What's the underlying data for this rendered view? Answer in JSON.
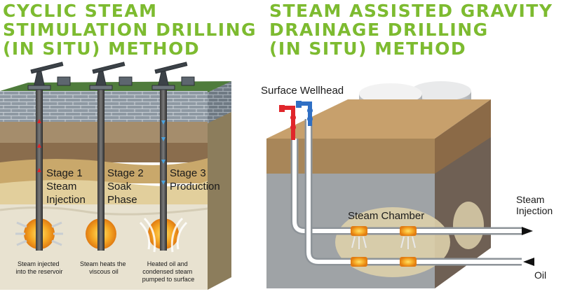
{
  "left_panel": {
    "title_lines": [
      "CYCLIC STEAM",
      "STIMULATION DRILLING",
      "(IN SITU) METHOD"
    ],
    "stages": [
      {
        "lines": [
          "Stage 1",
          "Steam",
          "Injection"
        ]
      },
      {
        "lines": [
          "Stage 2",
          "Soak",
          "Phase"
        ]
      },
      {
        "lines": [
          "Stage 3",
          "Production"
        ]
      }
    ],
    "captions": [
      {
        "lines": [
          "Steam injected",
          "into the reservoir"
        ]
      },
      {
        "lines": [
          "Steam heats the",
          "viscous oil"
        ]
      },
      {
        "lines": [
          "Heated oil and",
          "condensed steam",
          "pumped to surface"
        ]
      }
    ]
  },
  "right_panel": {
    "title_lines": [
      "STEAM ASSISTED GRAVITY",
      "DRAINAGE DRILLING",
      "(IN SITU) METHOD"
    ],
    "labels": {
      "wellhead": "Surface Wellhead",
      "chamber": "Steam Chamber",
      "injection": [
        "Steam",
        "Injection"
      ],
      "oil": "Oil"
    }
  },
  "colors": {
    "title_green": "#7dbb30",
    "steam_red": "#e0262b",
    "oil_blue": "#2f6fc4",
    "heat_orange": "#f39a1c"
  }
}
